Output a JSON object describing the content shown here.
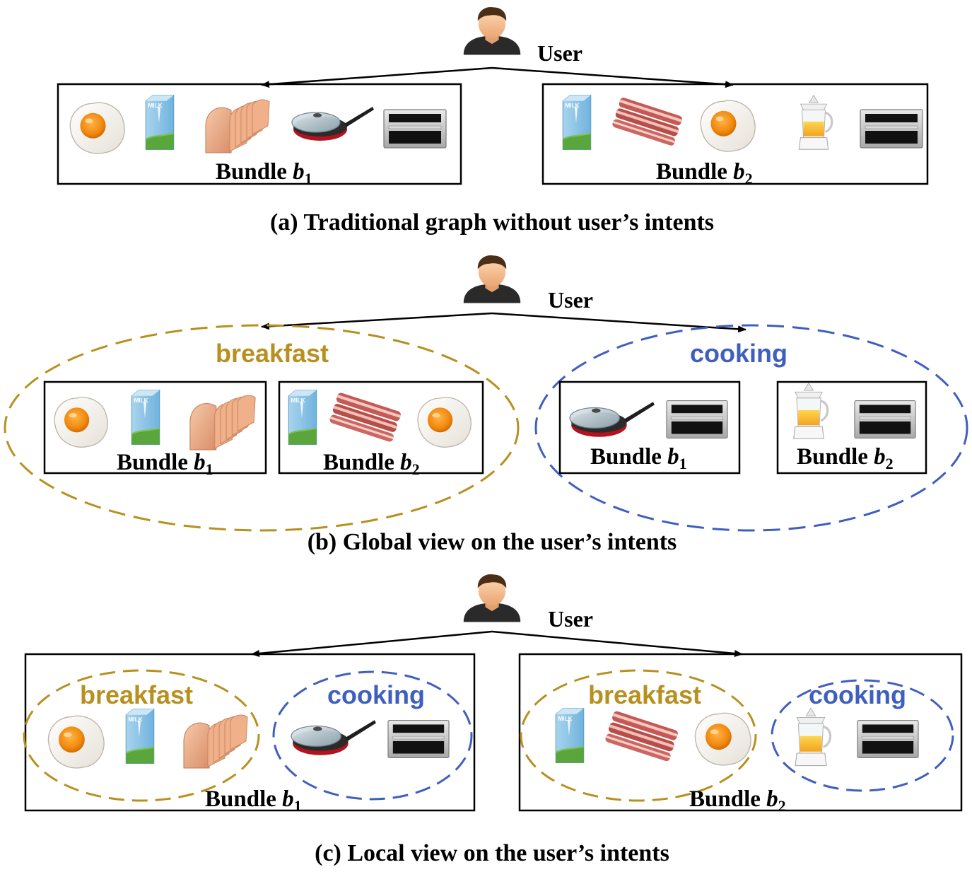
{
  "colors": {
    "breakfast": "#B8901F",
    "cooking": "#3F5FBF",
    "line": "#000000"
  },
  "user_label": "User",
  "bundle_word": "Bundle",
  "bundle_symbol": "b",
  "bundle_subscripts": [
    "1",
    "2"
  ],
  "intents": {
    "breakfast": "breakfast",
    "cooking": "cooking"
  },
  "item_icons": {
    "milk_carton_text": "MILK"
  },
  "panels": {
    "a": {
      "caption": "(a) Traditional graph without user’s intents",
      "bundle1_items": [
        "egg-icon",
        "milk-icon",
        "bread-icon",
        "pan-icon",
        "oven-icon"
      ],
      "bundle2_items": [
        "milk-icon",
        "bacon-icon",
        "egg-icon",
        "juicer-icon",
        "oven-icon"
      ]
    },
    "b": {
      "caption": "(b) Global view on the user’s intents",
      "breakfast_bundle1_items": [
        "egg-icon",
        "milk-icon",
        "bread-icon"
      ],
      "breakfast_bundle2_items": [
        "milk-icon",
        "bacon-icon",
        "egg-icon"
      ],
      "cooking_bundle1_items": [
        "pan-icon",
        "oven-icon"
      ],
      "cooking_bundle2_items": [
        "juicer-icon",
        "oven-icon"
      ]
    },
    "c": {
      "caption": "(c) Local view on the user’s intents",
      "bundle1_breakfast_items": [
        "egg-icon",
        "milk-icon",
        "bread-icon"
      ],
      "bundle1_cooking_items": [
        "pan-icon",
        "oven-icon"
      ],
      "bundle2_breakfast_items": [
        "milk-icon",
        "bacon-icon",
        "egg-icon"
      ],
      "bundle2_cooking_items": [
        "juicer-icon",
        "oven-icon"
      ]
    }
  }
}
